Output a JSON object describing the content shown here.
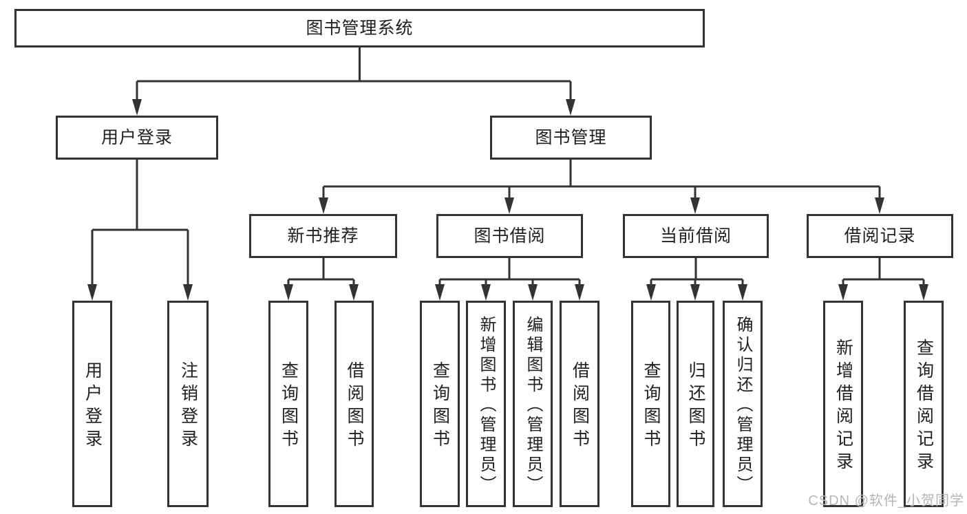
{
  "colors": {
    "line": "#333333",
    "text": "#1f1f1f",
    "background": "#ffffff",
    "watermark": "#b5b5b5"
  },
  "tree": {
    "root": {
      "label": "图书管理系统"
    },
    "branches": [
      {
        "label": "用户登录",
        "children": [
          {
            "label": "用户登录"
          },
          {
            "label": "注销登录"
          }
        ]
      },
      {
        "label": "图书管理",
        "children": [
          {
            "label": "新书推荐",
            "children": [
              {
                "label": "查询图书"
              },
              {
                "label": "借阅图书"
              }
            ]
          },
          {
            "label": "图书借阅",
            "children": [
              {
                "label": "查询图书"
              },
              {
                "label": "新增图书（管理员）"
              },
              {
                "label": "编辑图书（管理员）"
              },
              {
                "label": "借阅图书"
              }
            ]
          },
          {
            "label": "当前借阅",
            "children": [
              {
                "label": "查询图书"
              },
              {
                "label": "归还图书"
              },
              {
                "label": "确认归还（管理员）"
              }
            ]
          },
          {
            "label": "借阅记录",
            "children": [
              {
                "label": "新增借阅记录"
              },
              {
                "label": "查询借阅记录"
              }
            ]
          }
        ]
      }
    ]
  },
  "watermark": {
    "text": "CSDN @软件_小贺同学"
  }
}
